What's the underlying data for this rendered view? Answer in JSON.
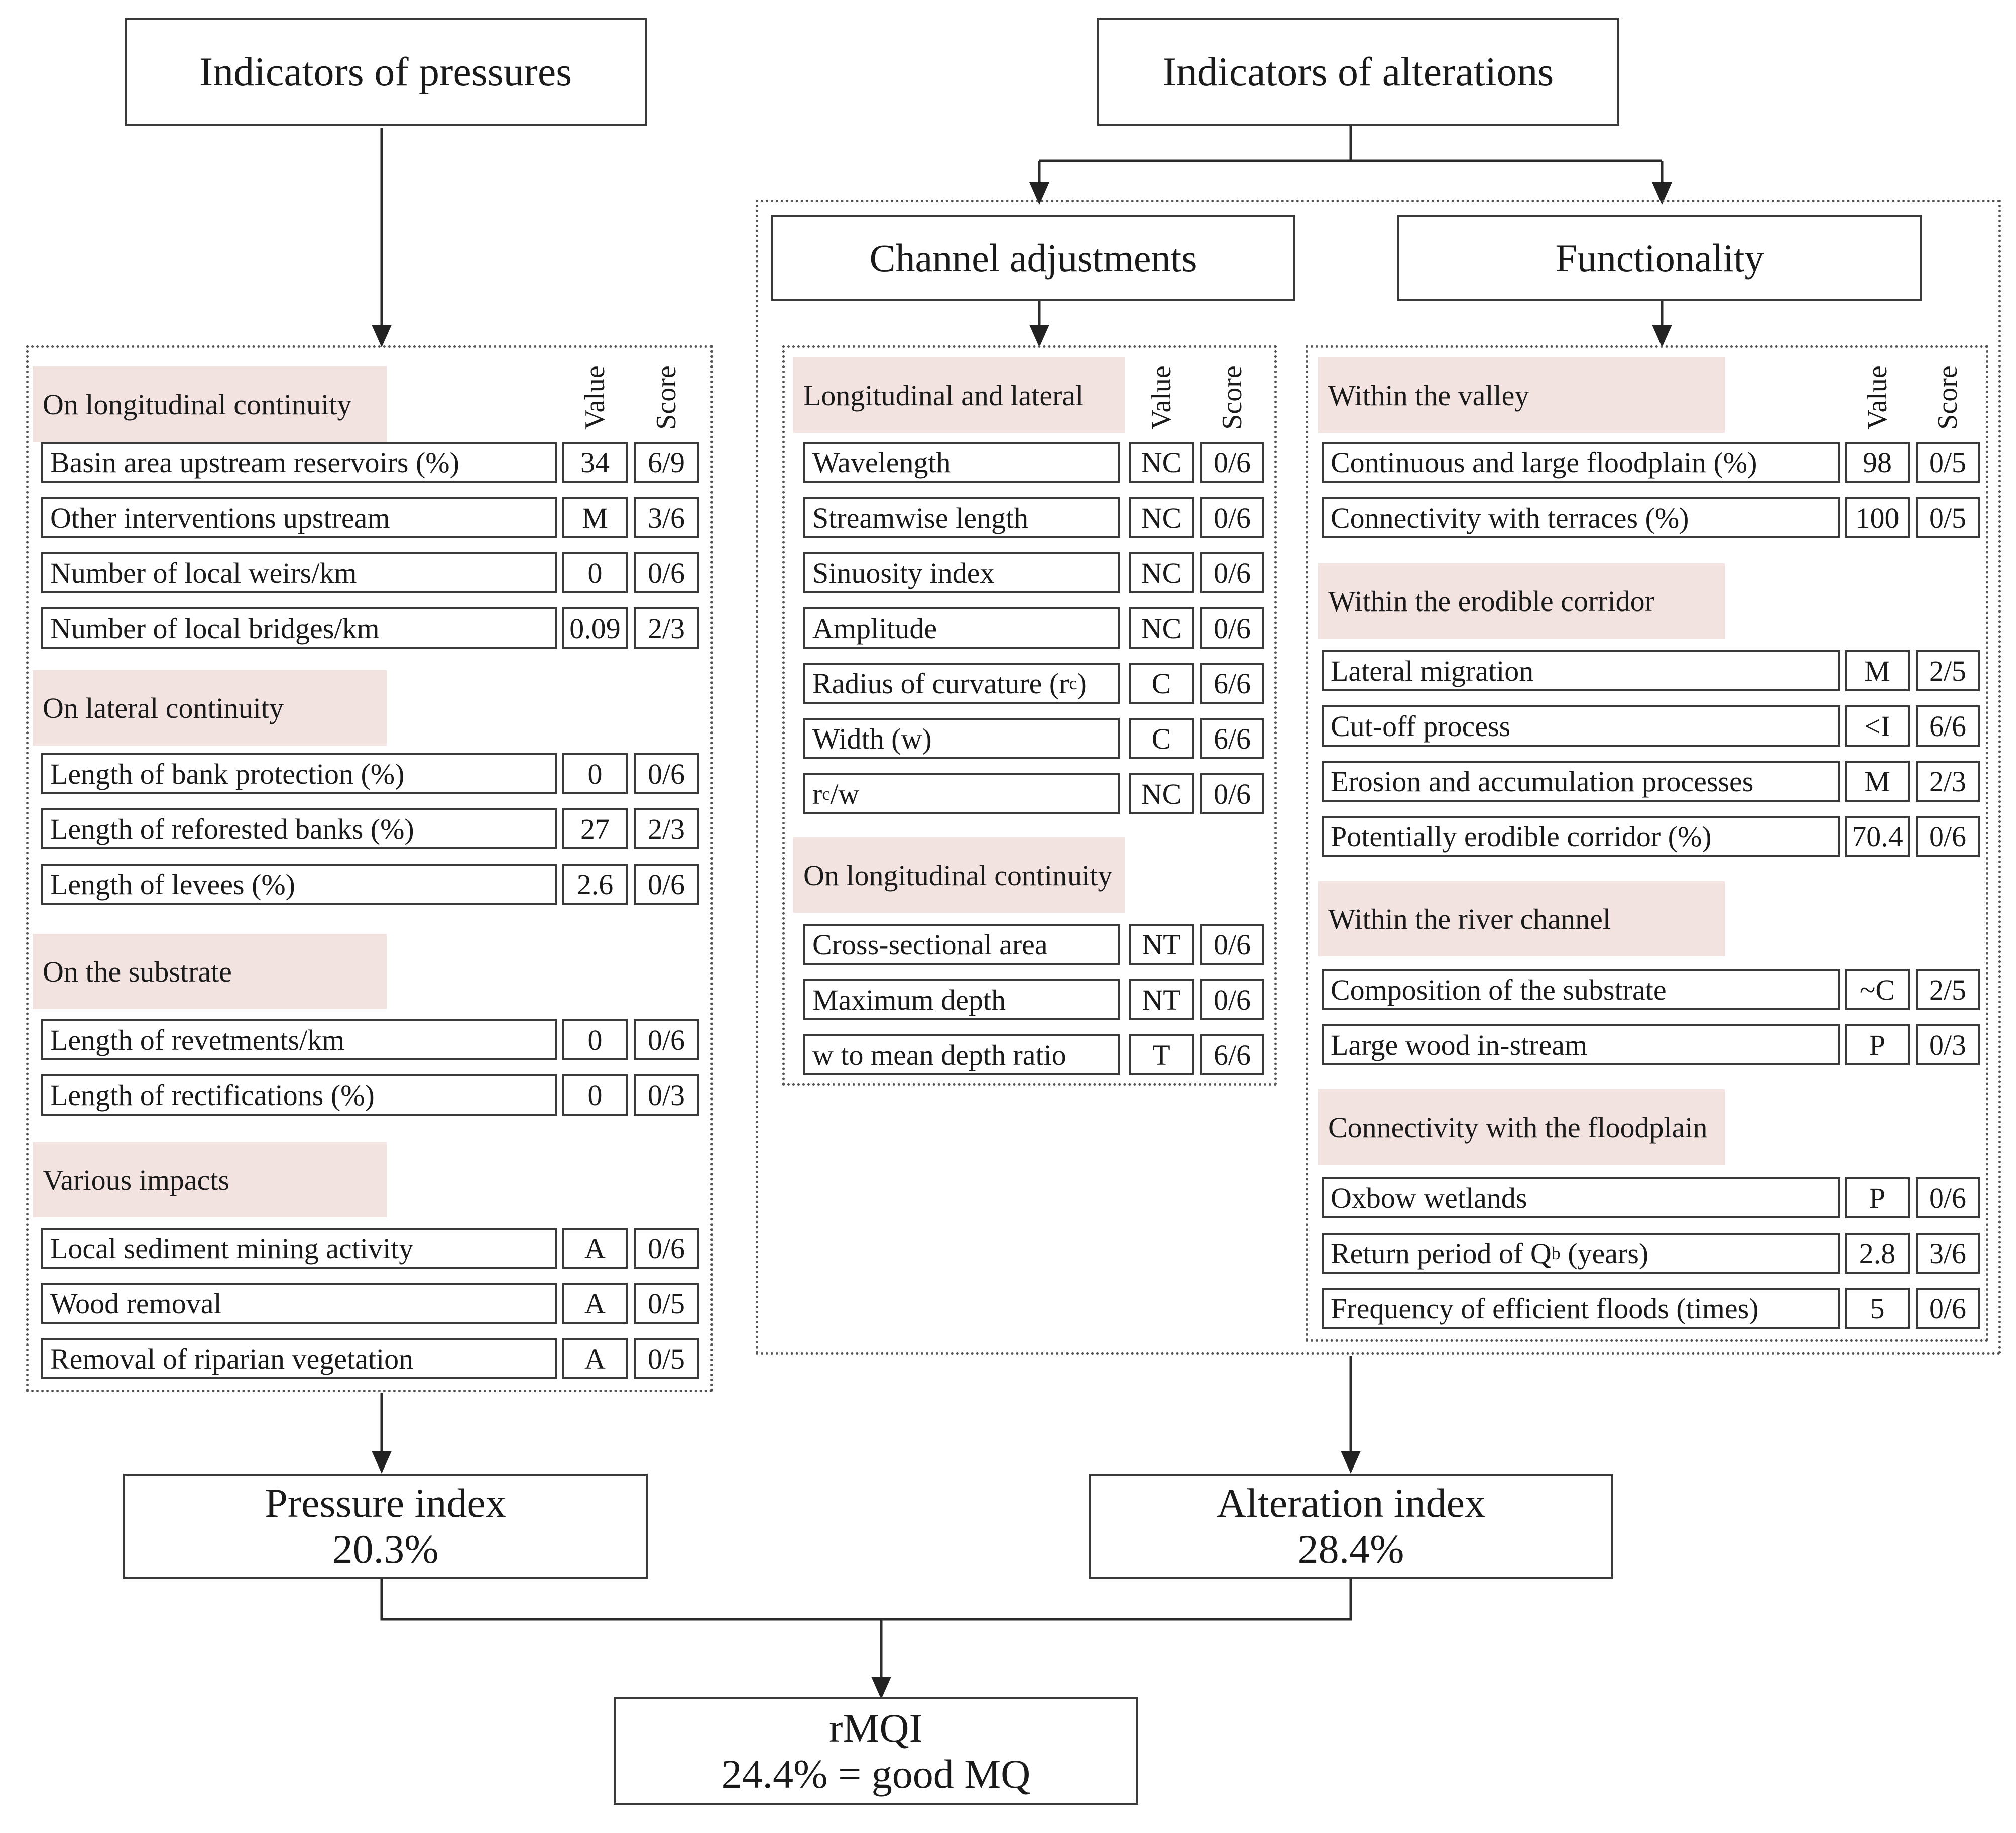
{
  "headers": {
    "pressures": "Indicators of pressures",
    "alterations": "Indicators of alterations",
    "channel": "Channel adjustments",
    "functionality": "Functionality",
    "value_label": "Value",
    "score_label": "Score"
  },
  "pressure_index": {
    "title": "Pressure index",
    "value": "20.3%"
  },
  "alteration_index": {
    "title": "Alteration index",
    "value": "28.4%"
  },
  "rmqi": {
    "title": "rMQI",
    "value": "24.4% = good MQ"
  },
  "pressures": [
    {
      "section": "On longitudinal continuity",
      "rows": [
        {
          "label": "Basin area upstream reservoirs (%)",
          "value": "34",
          "score": "6/9"
        },
        {
          "label": "Other interventions upstream",
          "value": "M",
          "score": "3/6"
        },
        {
          "label": "Number of local weirs/km",
          "value": "0",
          "score": "0/6"
        },
        {
          "label": "Number of local bridges/km",
          "value": "0.09",
          "score": "2/3"
        }
      ]
    },
    {
      "section": "On lateral continuity",
      "rows": [
        {
          "label": "Length of bank protection (%)",
          "value": "0",
          "score": "0/6"
        },
        {
          "label": "Length of reforested banks (%)",
          "value": "27",
          "score": "2/3"
        },
        {
          "label": "Length of levees (%)",
          "value": "2.6",
          "score": "0/6"
        }
      ]
    },
    {
      "section": "On the substrate",
      "rows": [
        {
          "label": "Length of revetments/km",
          "value": "0",
          "score": "0/6"
        },
        {
          "label": "Length of rectifications (%)",
          "value": "0",
          "score": "0/3"
        }
      ]
    },
    {
      "section": "Various impacts",
      "rows": [
        {
          "label": "Local sediment mining activity",
          "value": "A",
          "score": "0/6"
        },
        {
          "label": "Wood removal",
          "value": "A",
          "score": "0/5"
        },
        {
          "label": "Removal of riparian vegetation",
          "value": "A",
          "score": "0/5"
        }
      ]
    }
  ],
  "channel": [
    {
      "section": "Longitudinal and lateral",
      "rows": [
        {
          "label": "Wavelength",
          "value": "NC",
          "score": "0/6"
        },
        {
          "label": "Streamwise length",
          "value": "NC",
          "score": "0/6"
        },
        {
          "label": "Sinuosity index",
          "value": "NC",
          "score": "0/6"
        },
        {
          "label": "Amplitude",
          "value": "NC",
          "score": "0/6"
        },
        {
          "label": "Radius of curvature (r",
          "sub": "c",
          "suffix": ")",
          "value": "C",
          "score": "6/6"
        },
        {
          "label": "Width (w)",
          "value": "C",
          "score": "6/6"
        },
        {
          "label": "r",
          "sub": "c",
          "suffix": "/w",
          "value": "NC",
          "score": "0/6"
        }
      ]
    },
    {
      "section": "On longitudinal continuity",
      "rows": [
        {
          "label": "Cross-sectional area",
          "value": "NT",
          "score": "0/6"
        },
        {
          "label": "Maximum depth",
          "value": "NT",
          "score": "0/6"
        },
        {
          "label": "w to mean depth ratio",
          "value": "T",
          "score": "6/6"
        }
      ]
    }
  ],
  "functionality": [
    {
      "section": "Within the valley",
      "rows": [
        {
          "label": "Continuous and large floodplain (%)",
          "value": "98",
          "score": "0/5"
        },
        {
          "label": "Connectivity with terraces (%)",
          "value": "100",
          "score": "0/5"
        }
      ]
    },
    {
      "section": "Within the erodible corridor",
      "rows": [
        {
          "label": "Lateral migration",
          "value": "M",
          "score": "2/5"
        },
        {
          "label": "Cut-off process",
          "value": "<I",
          "score": "6/6"
        },
        {
          "label": "Erosion and accumulation processes",
          "value": "M",
          "score": "2/3"
        },
        {
          "label": "Potentially erodible corridor (%)",
          "value": "70.4",
          "score": "0/6"
        }
      ]
    },
    {
      "section": "Within the river channel",
      "rows": [
        {
          "label": "Composition of the substrate",
          "value": "~C",
          "score": "2/5"
        },
        {
          "label": "Large wood in-stream",
          "value": "P",
          "score": "0/3"
        }
      ]
    },
    {
      "section": "Connectivity with the floodplain",
      "rows": [
        {
          "label": "Oxbow wetlands",
          "value": "P",
          "score": "0/6"
        },
        {
          "label": "Return period of Q",
          "sub": "b",
          "suffix": " (years)",
          "value": "2.8",
          "score": "3/6"
        },
        {
          "label": "Frequency of efficient floods (times)",
          "value": "5",
          "score": "0/6"
        }
      ]
    }
  ]
}
